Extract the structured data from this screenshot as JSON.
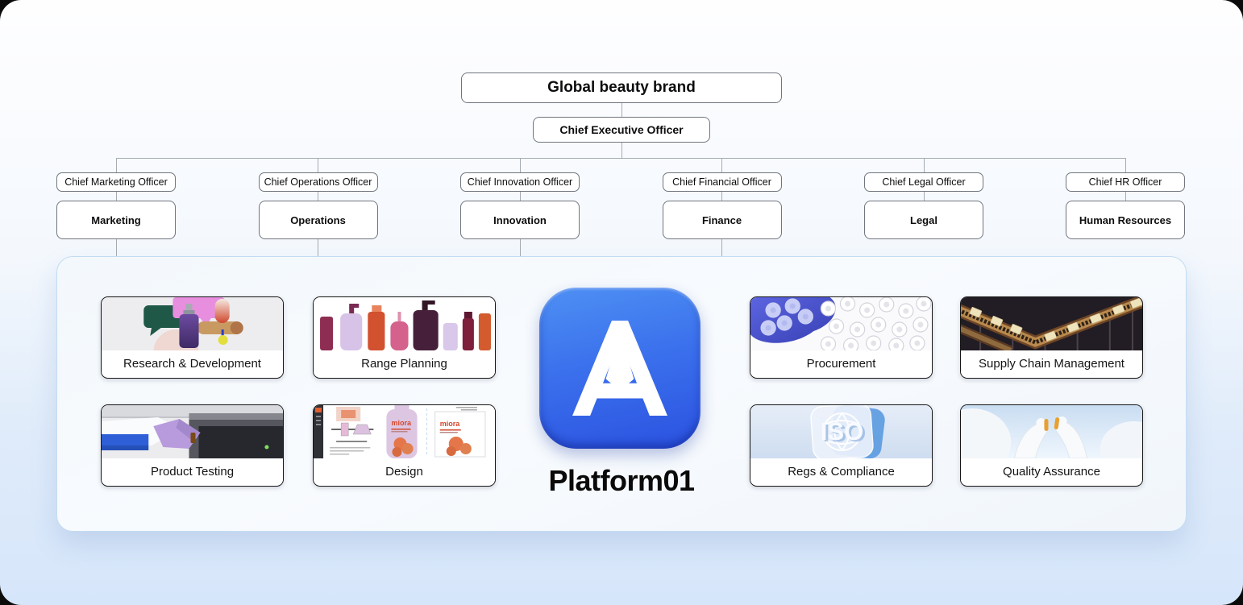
{
  "org_chart": {
    "root_label": "Global beauty brand",
    "ceo_label": "Chief Executive Officer",
    "columns": [
      {
        "officer": "Chief Marketing Officer",
        "department": "Marketing",
        "connects_to_platform": true
      },
      {
        "officer": "Chief Operations Officer",
        "department": "Operations",
        "connects_to_platform": true
      },
      {
        "officer": "Chief Innovation Officer",
        "department": "Innovation",
        "connects_to_platform": true
      },
      {
        "officer": "Chief Financial Officer",
        "department": "Finance",
        "connects_to_platform": true
      },
      {
        "officer": "Chief Legal Officer",
        "department": "Legal",
        "connects_to_platform": false
      },
      {
        "officer": "Chief HR Officer",
        "department": "Human Resources",
        "connects_to_platform": false
      }
    ]
  },
  "platform": {
    "name": "Platform01",
    "logo": "stylized-a-mark"
  },
  "cards": [
    {
      "label": "Research & Development"
    },
    {
      "label": "Range Planning"
    },
    {
      "label": "Product Testing"
    },
    {
      "label": "Design"
    },
    {
      "label": "Procurement"
    },
    {
      "label": "Supply Chain Management"
    },
    {
      "label": "Regs & Compliance"
    },
    {
      "label": "Quality Assurance"
    }
  ],
  "artwork_text": {
    "brand_wordmark": "miora",
    "iso_badge": "ISO"
  },
  "colors": {
    "background_top": "#FEFEFF",
    "background_bottom": "#D6E6FA",
    "app_icon_top": "#4E90F4",
    "app_icon_bottom": "#2B52E0",
    "connector_line": "#A6ABB3",
    "card_border": "#161616"
  }
}
